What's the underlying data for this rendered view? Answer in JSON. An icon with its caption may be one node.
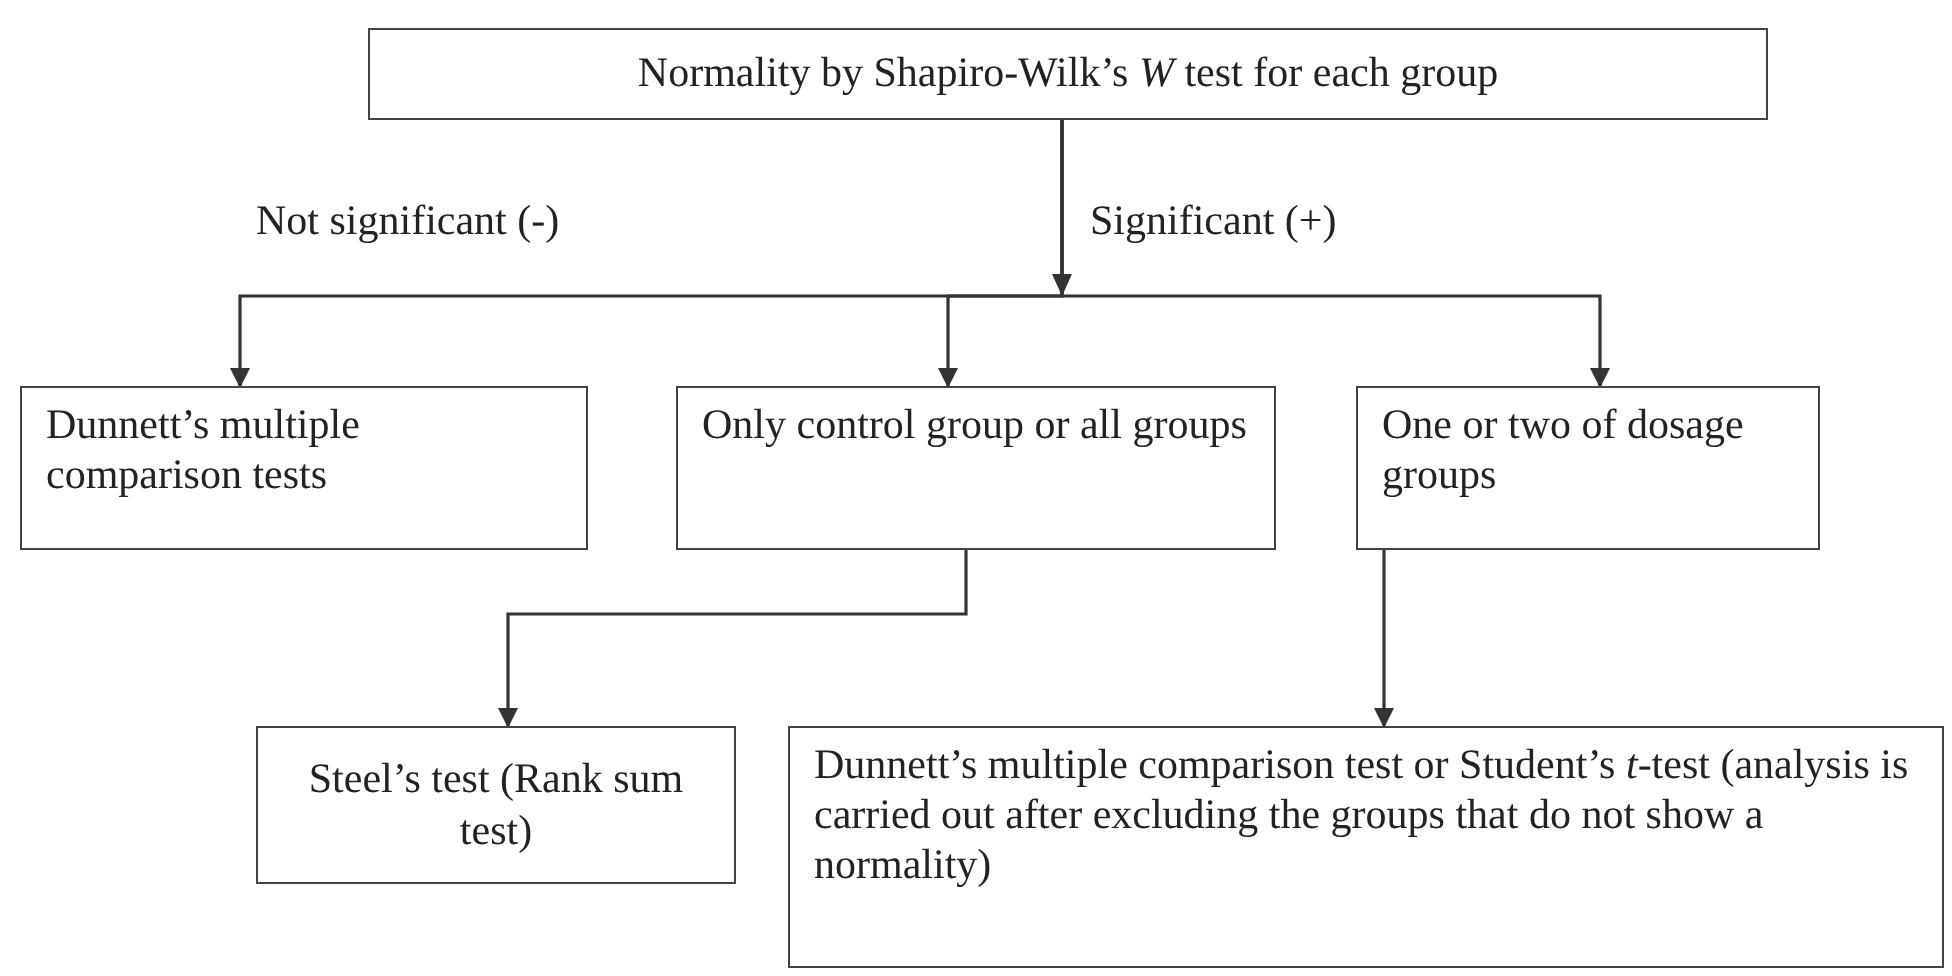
{
  "diagram": {
    "nodes": [
      {
        "text": [
          "Normality by Shapiro-Wilk’s *W* test for each group"
        ]
      },
      {
        "text": [
          "Dunnett’s multiple comparison tests"
        ]
      },
      {
        "text": [
          "Only control group or all groups"
        ]
      },
      {
        "text": [
          "One or two of dosage groups"
        ]
      },
      {
        "text": [
          "Steel’s test (Rank sum test)"
        ]
      },
      {
        "text": [
          "Dunnett’s multiple comparison test or Student’s *t*-test (analysis is carried out after excluding the groups that do not show a normality)"
        ]
      }
    ],
    "edges": [
      {
        "from": 0,
        "to": 1,
        "arrow": "to"
      },
      {
        "from": 0,
        "to": 2,
        "arrow": "to"
      },
      {
        "from": 0,
        "to": 3,
        "arrow": "to"
      },
      {
        "from": 2,
        "to": 4,
        "arrow": "to"
      },
      {
        "from": 3,
        "to": 5,
        "arrow": "to"
      }
    ],
    "labels": [
      "Not significant (-)",
      "Significant (+)"
    ]
  }
}
